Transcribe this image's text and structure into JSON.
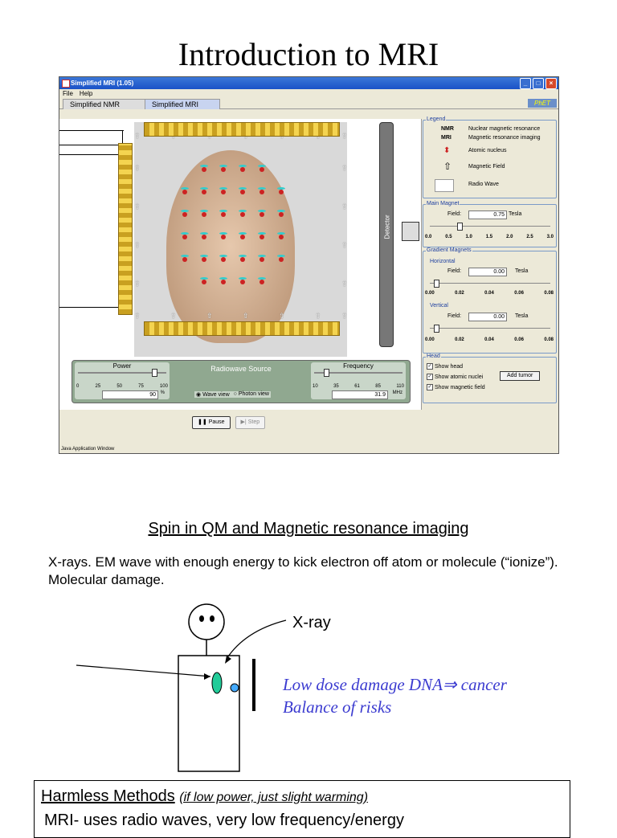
{
  "title": "Introduction to MRI",
  "window": {
    "title": "Simplified MRI (1.05)",
    "menu": [
      "File",
      "Help"
    ],
    "tabs": [
      "Simplified NMR",
      "Simplified MRI"
    ],
    "logo": "PhET",
    "detector_label": "Detector",
    "power": {
      "label": "Power",
      "scale": [
        "0",
        "25",
        "50",
        "75",
        "100"
      ],
      "value": "90",
      "unit": "%"
    },
    "center_label": "Radiowave Source",
    "frequency": {
      "label": "Frequency",
      "scale": [
        "10",
        "35",
        "61",
        "85",
        "110"
      ],
      "value": "31.9",
      "unit": "MHz"
    },
    "view_options": [
      "Wave view",
      "Photon view"
    ],
    "pause_label": "Pause",
    "step_label": "Step",
    "status": "Java Application Window",
    "legend": {
      "title": "Legend",
      "rows": [
        {
          "key": "NMR",
          "desc": "Nuclear magnetic resonance"
        },
        {
          "key": "MRI",
          "desc": "Magnetic resonance imaging"
        },
        {
          "key": "",
          "desc": "Atomic nucleus"
        },
        {
          "key": "",
          "desc": "Magnetic Field"
        },
        {
          "key": "",
          "desc": "Radio Wave"
        }
      ]
    },
    "main_magnet": {
      "title": "Main Magnet",
      "field_label": "Field:",
      "value": "0.75",
      "unit": "Tesla",
      "ticks": [
        "0.0",
        "0.5",
        "1.0",
        "1.5",
        "2.0",
        "2.5",
        "3.0"
      ]
    },
    "gradient": {
      "title": "Gradient Magnets",
      "horizontal": {
        "title": "Horizontal",
        "field_label": "Field:",
        "value": "0.00",
        "unit": "Tesla",
        "ticks": [
          "0.00",
          "0.02",
          "0.04",
          "0.06",
          "0.08"
        ]
      },
      "vertical": {
        "title": "Vertical",
        "field_label": "Field:",
        "value": "0.00",
        "unit": "Tesla",
        "ticks": [
          "0.00",
          "0.02",
          "0.04",
          "0.06",
          "0.08"
        ]
      }
    },
    "head": {
      "title": "Head",
      "show_head": "Show head",
      "show_nuclei": "Show atomic nuclei",
      "show_field": "Show magnetic field",
      "add_tumor": "Add tumor"
    }
  },
  "heading": "Spin in QM and Magnetic resonance imaging",
  "paragraph": "X-rays.  EM wave with enough energy to kick electron off atom or molecule (“ionize”).  Molecular damage.",
  "xray_label": "X-ray",
  "quote_line1": "Low dose damage DNA⇒ cancer",
  "quote_line2": "Balance of risks",
  "harmless_title": "Harmless Methods",
  "harmless_sub": "(if low power, just slight warming)",
  "mri_line": "MRI- uses radio waves, very low frequency/energy"
}
